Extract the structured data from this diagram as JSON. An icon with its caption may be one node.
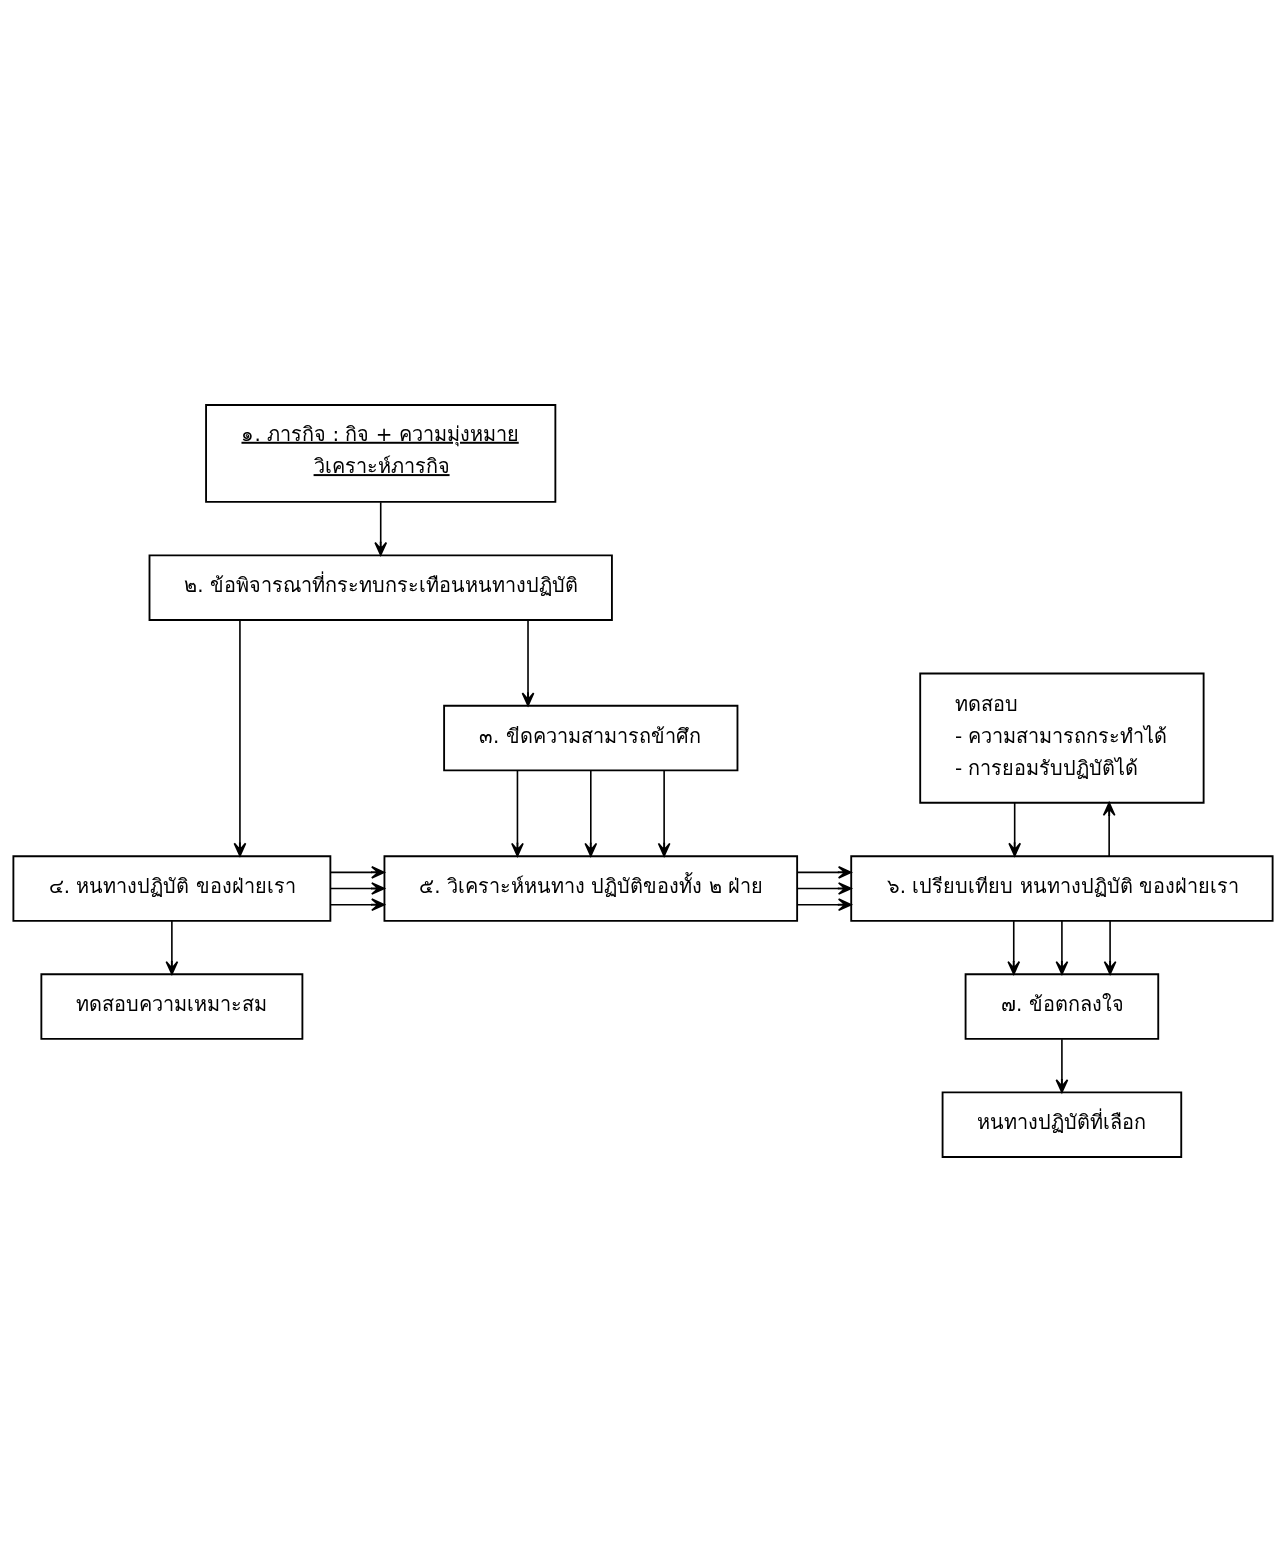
{
  "diagram": {
    "nodes": [
      {
        "text": [
          "๑. ภารกิจ : กิจ + ความมุ่งหมาย",
          "วิเคราะห์ภารกิจ"
        ]
      },
      {
        "text": [
          "๒. ข้อพิจารณาที่กระทบกระเทือนหนทางปฏิบัติ"
        ]
      },
      {
        "text": [
          "๓. ขีดความสามารถข้าศึก"
        ]
      },
      {
        "text": [
          "ทดสอบ",
          "- ความสามารถกระทำได้",
          "- การยอมรับปฏิบัติได้"
        ]
      },
      {
        "text": [
          "๔. หนทางปฏิบัติ ของฝ่ายเรา"
        ]
      },
      {
        "text": [
          "๕. วิเคราะห์หนทาง ปฏิบัติของทั้ง ๒ ฝ่าย"
        ]
      },
      {
        "text": [
          "๖. เปรียบเทียบ หนทางปฏิบัติ ของฝ่ายเรา"
        ]
      },
      {
        "text": [
          "ทดสอบความเหมาะสม"
        ]
      },
      {
        "text": [
          "๗. ข้อตกลงใจ"
        ]
      },
      {
        "text": [
          "หนทางปฏิบัติที่เลือก"
        ]
      }
    ],
    "edges": [
      {
        "from": 0,
        "to": 1,
        "arrow": "to"
      },
      {
        "from": 1,
        "to": 2,
        "arrow": "to"
      },
      {
        "from": 1,
        "to": 4,
        "arrow": "to"
      },
      {
        "from": 2,
        "to": 5,
        "arrow": "to"
      },
      {
        "from": 2,
        "to": 5,
        "arrow": "to"
      },
      {
        "from": 2,
        "to": 5,
        "arrow": "to"
      },
      {
        "from": 4,
        "to": 5,
        "arrow": "to"
      },
      {
        "from": 4,
        "to": 5,
        "arrow": "to"
      },
      {
        "from": 4,
        "to": 5,
        "arrow": "to"
      },
      {
        "from": 5,
        "to": 6,
        "arrow": "to"
      },
      {
        "from": 5,
        "to": 6,
        "arrow": "to"
      },
      {
        "from": 5,
        "to": 6,
        "arrow": "to"
      },
      {
        "from": 6,
        "to": 3,
        "arrow": "to"
      },
      {
        "from": 3,
        "to": 6,
        "arrow": "to"
      },
      {
        "from": 4,
        "to": 7,
        "arrow": "to"
      },
      {
        "from": 6,
        "to": 8,
        "arrow": "to"
      },
      {
        "from": 6,
        "to": 8,
        "arrow": "to"
      },
      {
        "from": 6,
        "to": 8,
        "arrow": "to"
      },
      {
        "from": 8,
        "to": 9,
        "arrow": "to"
      }
    ]
  }
}
